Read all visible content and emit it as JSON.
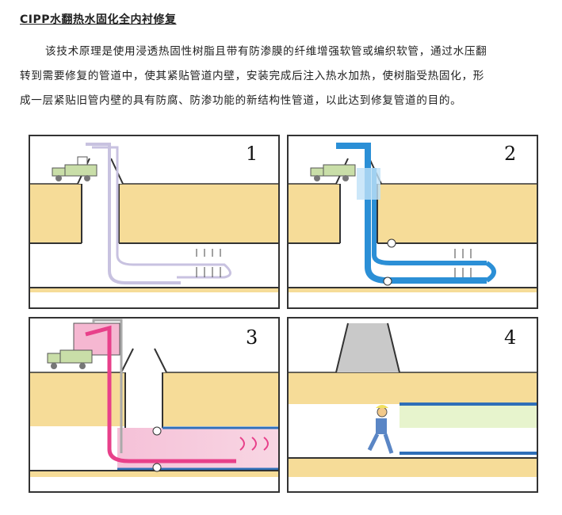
{
  "article": {
    "title": "CIPP水翻热水固化全内衬修复",
    "line1": "该技术原理是使用浸透热固性树脂且带有防渗膜的纤维增强软管或编织软管，通过水压翻",
    "line2": "转到需要修复的管道中，使其紧贴管道内壁，安装完成后注入热水加热，使树脂受热固化，形",
    "line3": "成一层紧贴旧管内壁的具有防腐、防渗功能的新结构性管道，以此达到修复管道的目的。"
  },
  "steps": [
    {
      "number": "1"
    },
    {
      "number": "2"
    },
    {
      "number": "3"
    },
    {
      "number": "4"
    }
  ],
  "colors": {
    "soil": "#f6dc98",
    "water": "#2b8fd6",
    "hot_water": "#e8408a",
    "liner_new": "#2f6fb8",
    "truck": "#c9dea8"
  }
}
